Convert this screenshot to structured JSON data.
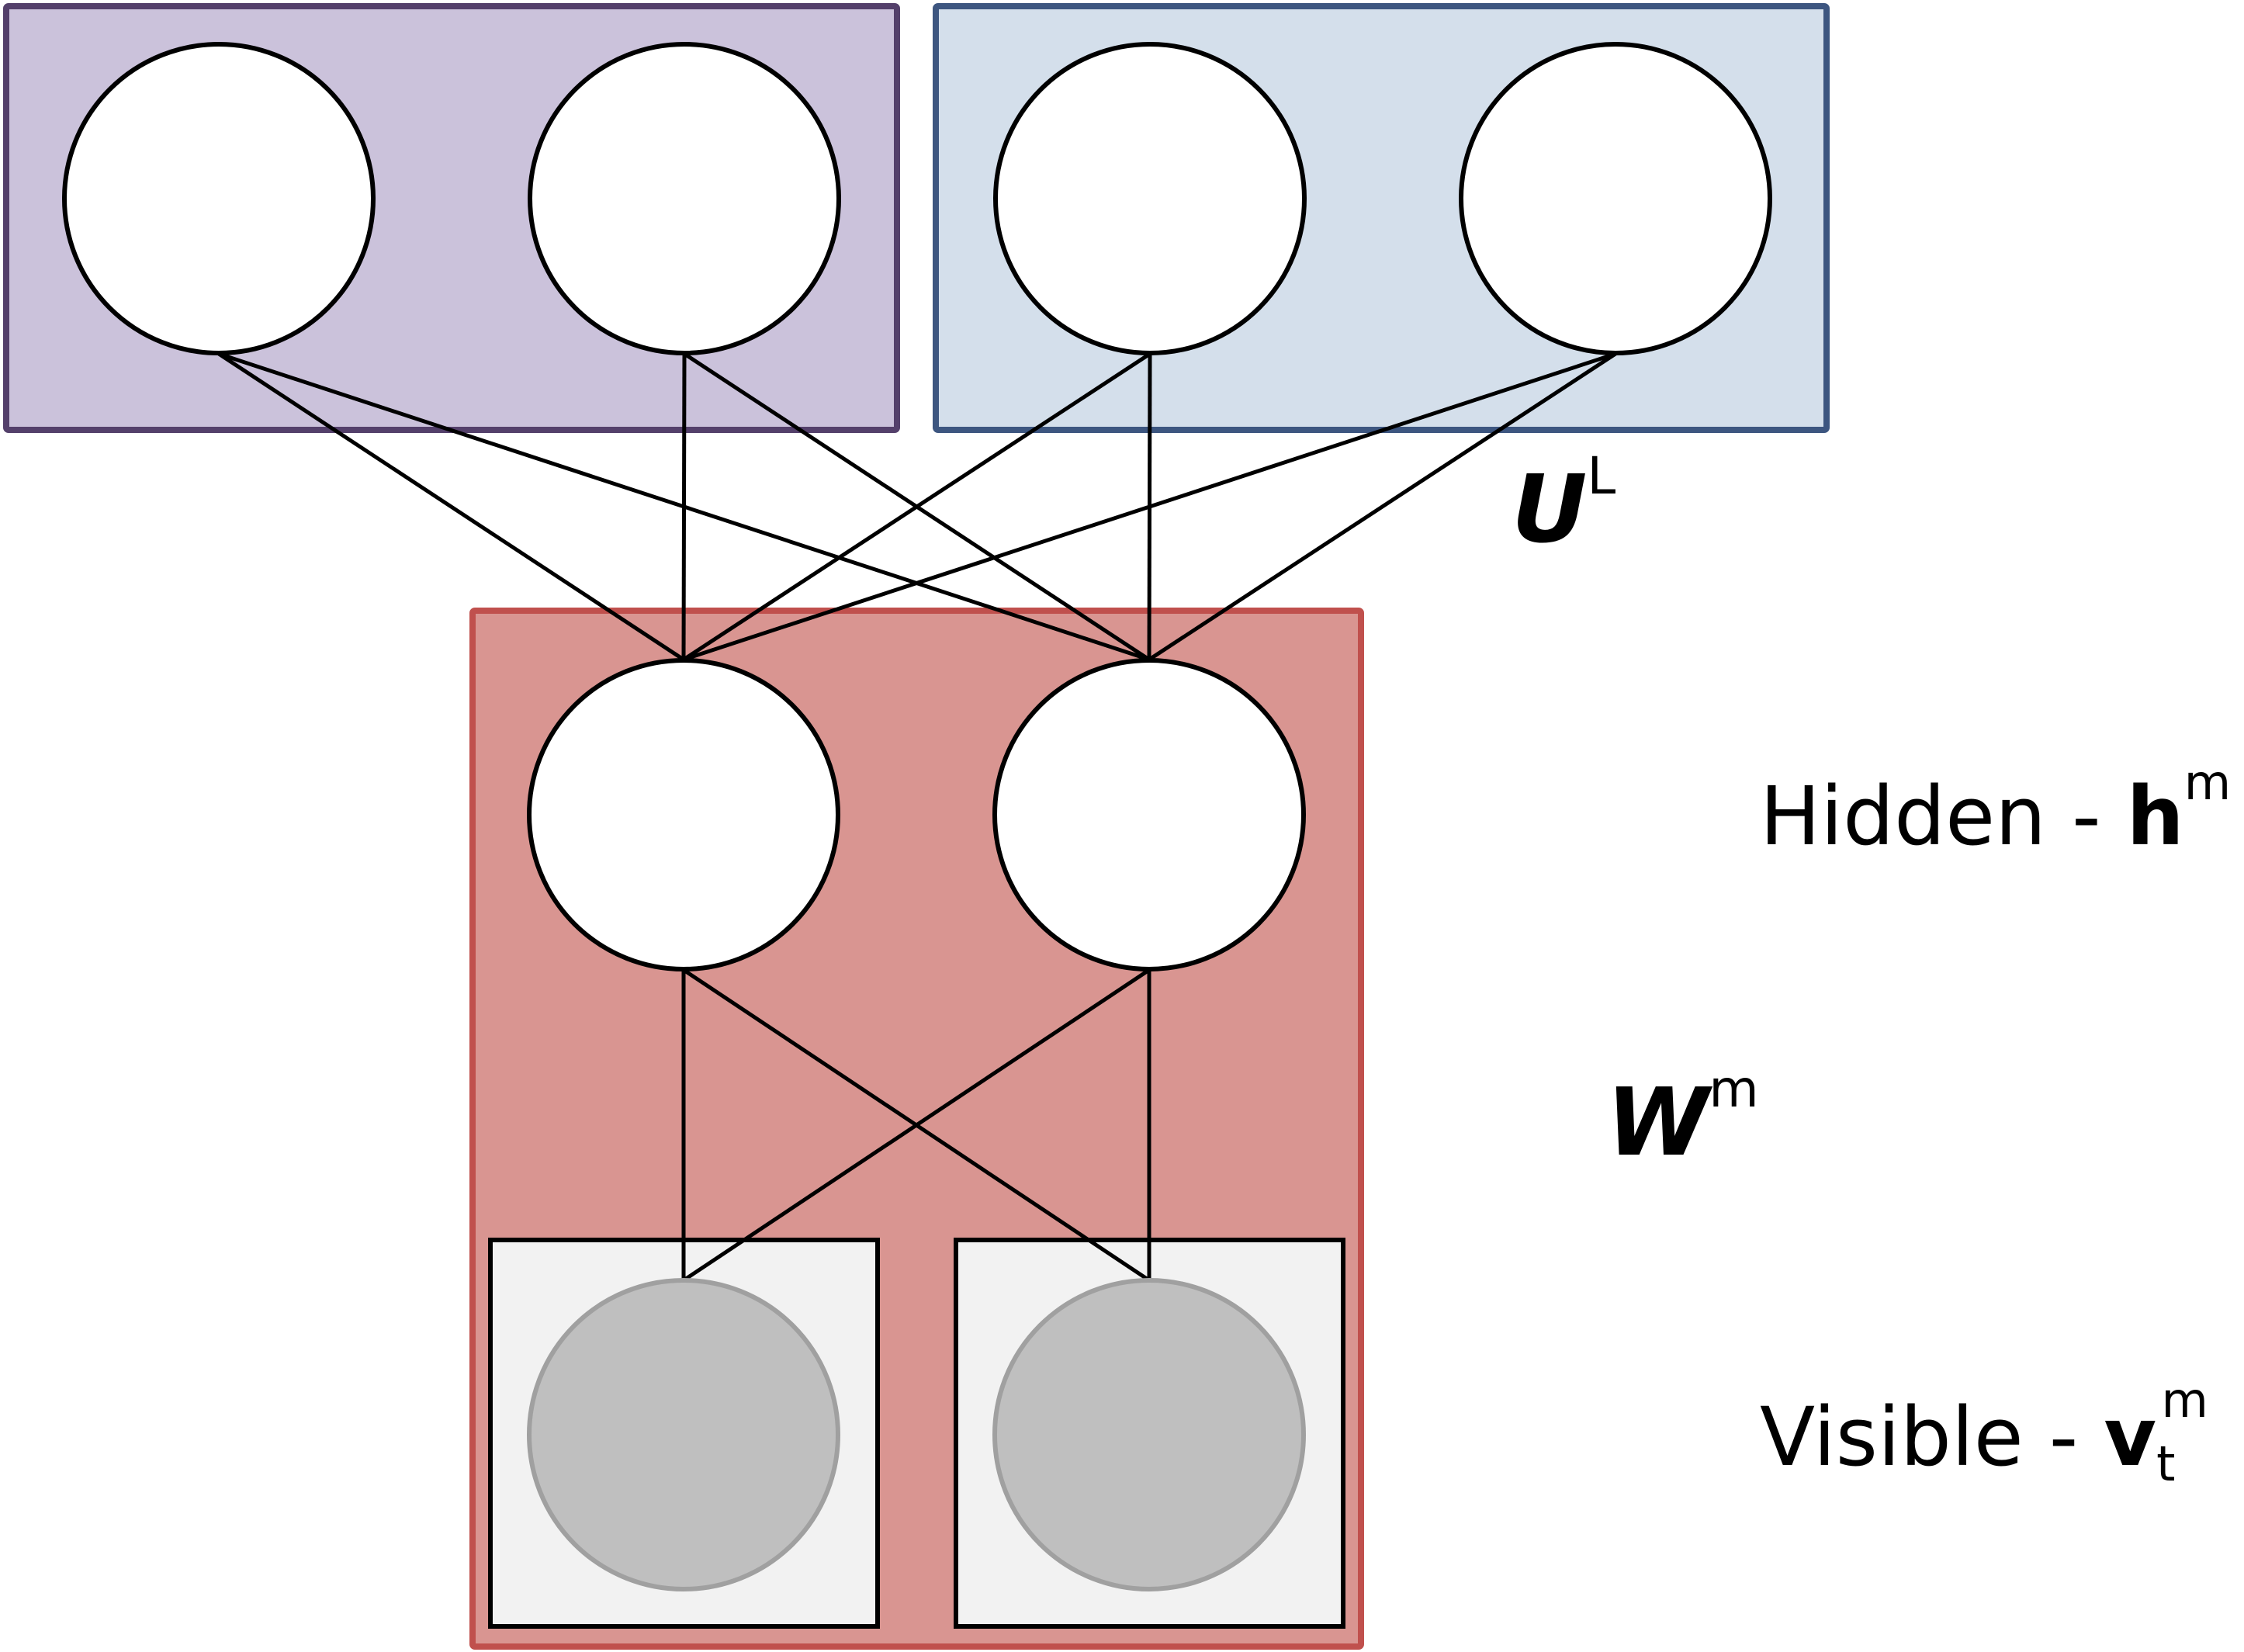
{
  "colors": {
    "left_group_fill": "#cbc2db",
    "left_group_stroke": "#54406b",
    "right_group_fill": "#d4dfeb",
    "right_group_stroke": "#3d5680",
    "hidden_group_fill": "#d99591",
    "hidden_group_stroke": "#c0504d",
    "visible_box_fill": "#f2f2f2",
    "visible_node_fill": "#bfbfbf",
    "visible_node_stroke": "#a0a0a0",
    "node_fill": "#ffffff",
    "line": "#000000"
  },
  "labels": {
    "u": {
      "symbol": "U",
      "sup": "L"
    },
    "w": {
      "symbol": "W",
      "sup": "m"
    },
    "hidden": {
      "text": "Hidden - ",
      "symbol": "h",
      "sup": "m"
    },
    "visible": {
      "text": "Visible - ",
      "symbol": "v",
      "sub": "t",
      "sup": "m"
    }
  }
}
